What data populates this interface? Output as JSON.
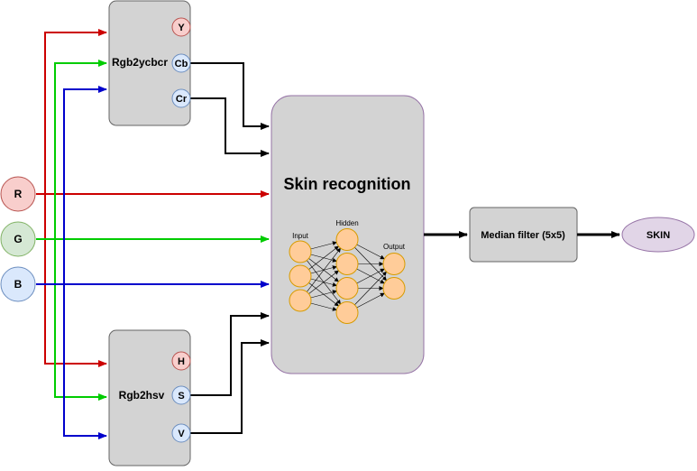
{
  "inputs": {
    "r": {
      "label": "R",
      "fill": "#f8cecc",
      "stroke": "#b85450"
    },
    "g": {
      "label": "G",
      "fill": "#d5e8d4",
      "stroke": "#82b366"
    },
    "b": {
      "label": "B",
      "fill": "#dae8fc",
      "stroke": "#6c8ebf"
    }
  },
  "rgb2ycbcr": {
    "title": "Rgb2ycbcr",
    "ports": {
      "y": "Y",
      "cb": "Cb",
      "cr": "Cr"
    }
  },
  "rgb2hsv": {
    "title": "Rgb2hsv",
    "ports": {
      "h": "H",
      "s": "S",
      "v": "V"
    }
  },
  "skin_recognition": {
    "title": "Skin recognition",
    "network": {
      "input_label": "Input",
      "hidden_label": "Hidden",
      "output_label": "Output",
      "input_nodes": 3,
      "hidden_nodes": 4,
      "output_nodes": 2
    }
  },
  "median_filter": {
    "label": "Median filter (5x5)"
  },
  "output": {
    "label": "SKIN"
  },
  "colors": {
    "red": "#cc0000",
    "green": "#00cc00",
    "blue": "#0000cc",
    "black": "#000000",
    "box_fill": "#d3d3d3",
    "box_stroke": "#666666",
    "skin_stroke": "#9673a6",
    "skin_fill": "#e1d5e7",
    "neuron_fill": "#ffcc99",
    "neuron_stroke": "#d79b00"
  }
}
